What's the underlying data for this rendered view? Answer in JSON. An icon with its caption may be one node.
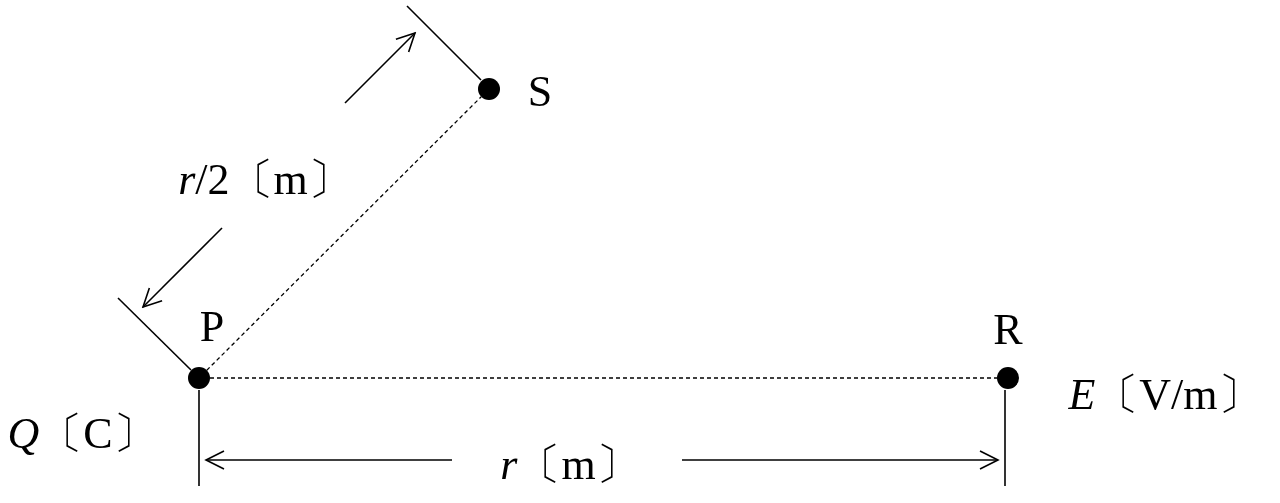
{
  "diagram": {
    "nodes": [
      {
        "text": [],
        "shape": "circle",
        "beside": [
          "S"
        ]
      },
      {
        "text": [],
        "shape": "circle",
        "beside": [
          "P",
          "*Q*〔C〕"
        ]
      },
      {
        "text": [],
        "shape": "circle",
        "beside": [
          "R",
          "*E*〔V/m〕"
        ]
      }
    ],
    "edges": [
      {
        "from": 1,
        "to": 0,
        "arrow": "none",
        "style": "dashed"
      },
      {
        "from": 1,
        "to": 2,
        "arrow": "none",
        "style": "dashed"
      }
    ],
    "labels": [
      "*r*/2〔m〕",
      "*r*〔m〕"
    ]
  }
}
